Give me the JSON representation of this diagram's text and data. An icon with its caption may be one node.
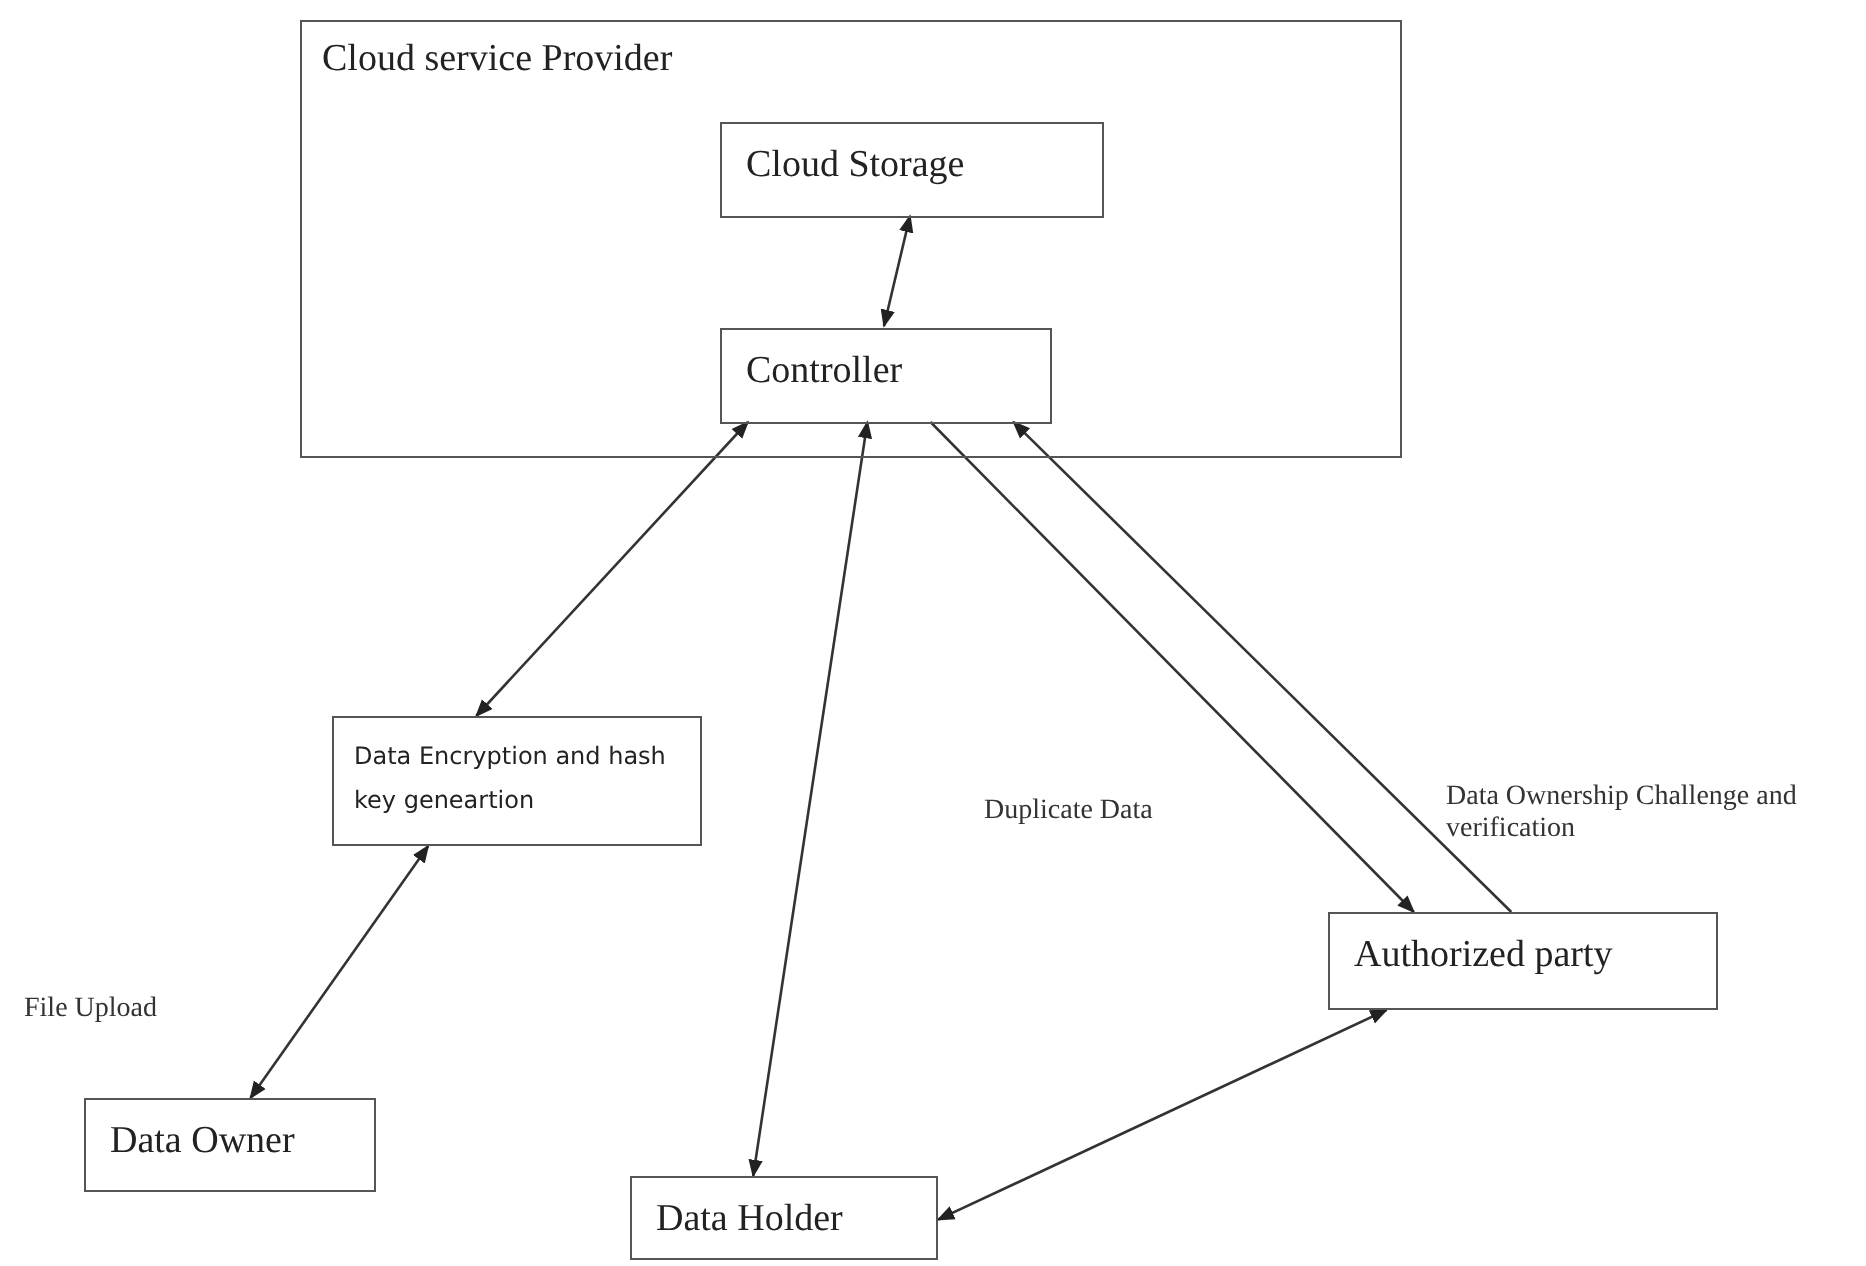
{
  "diagram": {
    "nodes": [
      {
        "text": [
          "Cloud service Provider"
        ]
      },
      {
        "text": [
          "Cloud Storage"
        ],
        "in": 0
      },
      {
        "text": [
          "Controller"
        ],
        "in": 0
      },
      {
        "text": [
          "Data Encryption and hash key geneartion"
        ]
      },
      {
        "text": [
          "Data Owner"
        ]
      },
      {
        "text": [
          "Data Holder"
        ]
      },
      {
        "text": [
          "Authorized party"
        ]
      }
    ],
    "edges": [
      {
        "from": 1,
        "to": 2,
        "arrow": "both"
      },
      {
        "from": 2,
        "to": 3,
        "arrow": "both"
      },
      {
        "from": 3,
        "to": 4,
        "arrow": "both"
      },
      {
        "from": 2,
        "to": 5,
        "arrow": "both"
      },
      {
        "from": 2,
        "to": 6,
        "arrow": "to"
      },
      {
        "from": 6,
        "to": 2,
        "arrow": "to"
      },
      {
        "from": 5,
        "to": 6,
        "arrow": "both"
      }
    ],
    "labels": [
      "File Upload",
      "Duplicate Data",
      "Data Ownership Challenge and verification"
    ]
  }
}
